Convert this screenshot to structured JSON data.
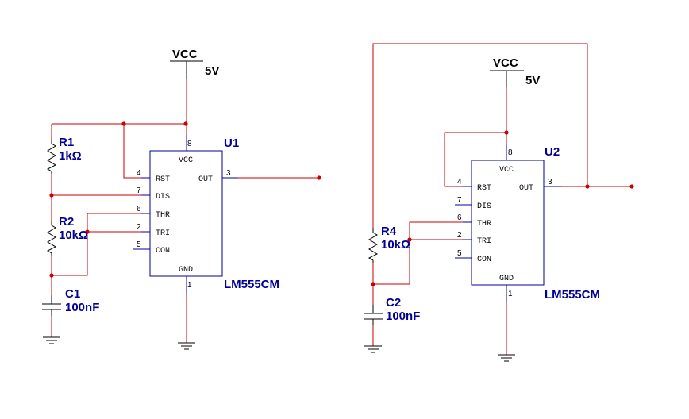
{
  "power": {
    "left_label": "VCC",
    "left_voltage": "5V",
    "right_label": "VCC",
    "right_voltage": "5V"
  },
  "u1": {
    "ref": "U1",
    "part": "LM555CM",
    "pins": {
      "vcc": "VCC",
      "rst": "RST",
      "dis": "DIS",
      "thr": "THR",
      "tri": "TRI",
      "con": "CON",
      "out": "OUT",
      "gnd": "GND"
    },
    "nums": {
      "p8": "8",
      "p4": "4",
      "p7": "7",
      "p6": "6",
      "p2": "2",
      "p5": "5",
      "p3": "3",
      "p1": "1"
    }
  },
  "u2": {
    "ref": "U2",
    "part": "LM555CM",
    "pins": {
      "vcc": "VCC",
      "rst": "RST",
      "dis": "DIS",
      "thr": "THR",
      "tri": "TRI",
      "con": "CON",
      "out": "OUT",
      "gnd": "GND"
    },
    "nums": {
      "p8": "8",
      "p4": "4",
      "p7": "7",
      "p6": "6",
      "p2": "2",
      "p5": "5",
      "p3": "3",
      "p1": "1"
    }
  },
  "components": {
    "r1": {
      "ref": "R1",
      "value": "1kΩ"
    },
    "r2": {
      "ref": "R2",
      "value": "10kΩ"
    },
    "c1": {
      "ref": "C1",
      "value": "100nF"
    },
    "r4": {
      "ref": "R4",
      "value": "10kΩ"
    },
    "c2": {
      "ref": "C2",
      "value": "100nF"
    }
  }
}
